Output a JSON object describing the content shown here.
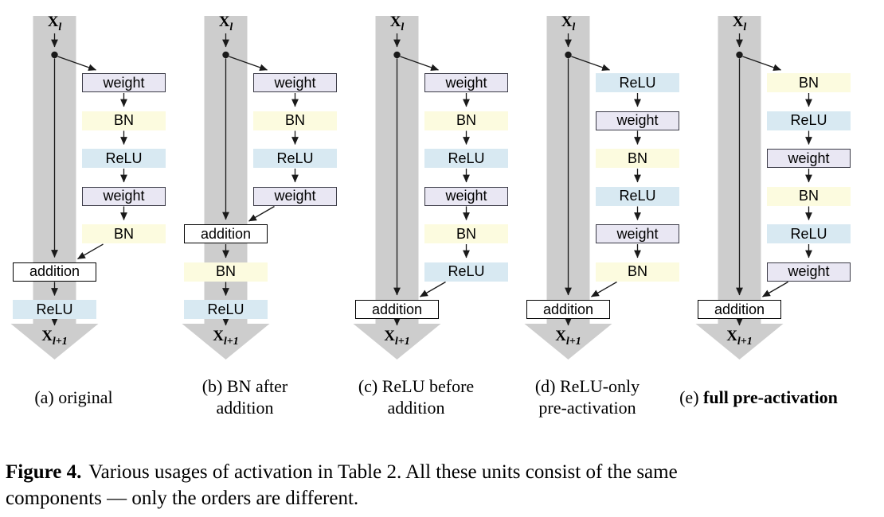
{
  "diagram": {
    "band_color": "#cdcdcd",
    "line_color": "#1a1a1a",
    "block_styles": {
      "weight": {
        "fill": "#e9e7f3",
        "border": "#3a3a46"
      },
      "BN": {
        "fill": "#fcfbdf",
        "border": ""
      },
      "ReLU": {
        "fill": "#d8e9f2",
        "border": ""
      },
      "addition": {
        "fill": "#ffffff",
        "border": "#000000"
      }
    },
    "block_labels": {
      "weight": "weight",
      "BN": "BN",
      "ReLU": "ReLU",
      "addition": "addition"
    },
    "x_in": {
      "base": "X",
      "sub": "l"
    },
    "x_out": {
      "base": "X",
      "sub": "l+1"
    },
    "columns": [
      {
        "key": "a",
        "side": [
          "weight",
          "BN",
          "ReLU",
          "weight",
          "BN"
        ],
        "addition_slot": 5,
        "trunk": [
          "ReLU"
        ],
        "label": [
          [
            {
              "t": "(a) original"
            }
          ]
        ]
      },
      {
        "key": "b",
        "side": [
          "weight",
          "BN",
          "ReLU",
          "weight"
        ],
        "addition_slot": 4,
        "trunk": [
          "BN",
          "ReLU"
        ],
        "label": [
          [
            {
              "t": "(b) BN after"
            }
          ],
          [
            {
              "t": "addition"
            }
          ]
        ]
      },
      {
        "key": "c",
        "side": [
          "weight",
          "BN",
          "ReLU",
          "weight",
          "BN",
          "ReLU"
        ],
        "addition_slot": 6,
        "trunk": [],
        "label": [
          [
            {
              "t": "(c) ReLU before"
            }
          ],
          [
            {
              "t": "addition"
            }
          ]
        ]
      },
      {
        "key": "d",
        "side": [
          "ReLU",
          "weight",
          "BN",
          "ReLU",
          "weight",
          "BN"
        ],
        "addition_slot": 6,
        "trunk": [],
        "label": [
          [
            {
              "t": "(d) ReLU-only"
            }
          ],
          [
            {
              "t": "pre-activation"
            }
          ]
        ]
      },
      {
        "key": "e",
        "side": [
          "BN",
          "ReLU",
          "weight",
          "BN",
          "ReLU",
          "weight"
        ],
        "addition_slot": 6,
        "trunk": [],
        "label": [
          [
            {
              "t": "(e) "
            },
            {
              "t": "full pre-activation",
              "b": true
            }
          ]
        ]
      }
    ]
  },
  "caption": {
    "label": "Figure 4.",
    "line1": "Various usages of activation in Table 2. All these units consist of the same",
    "line2": "components — only the orders are different."
  }
}
